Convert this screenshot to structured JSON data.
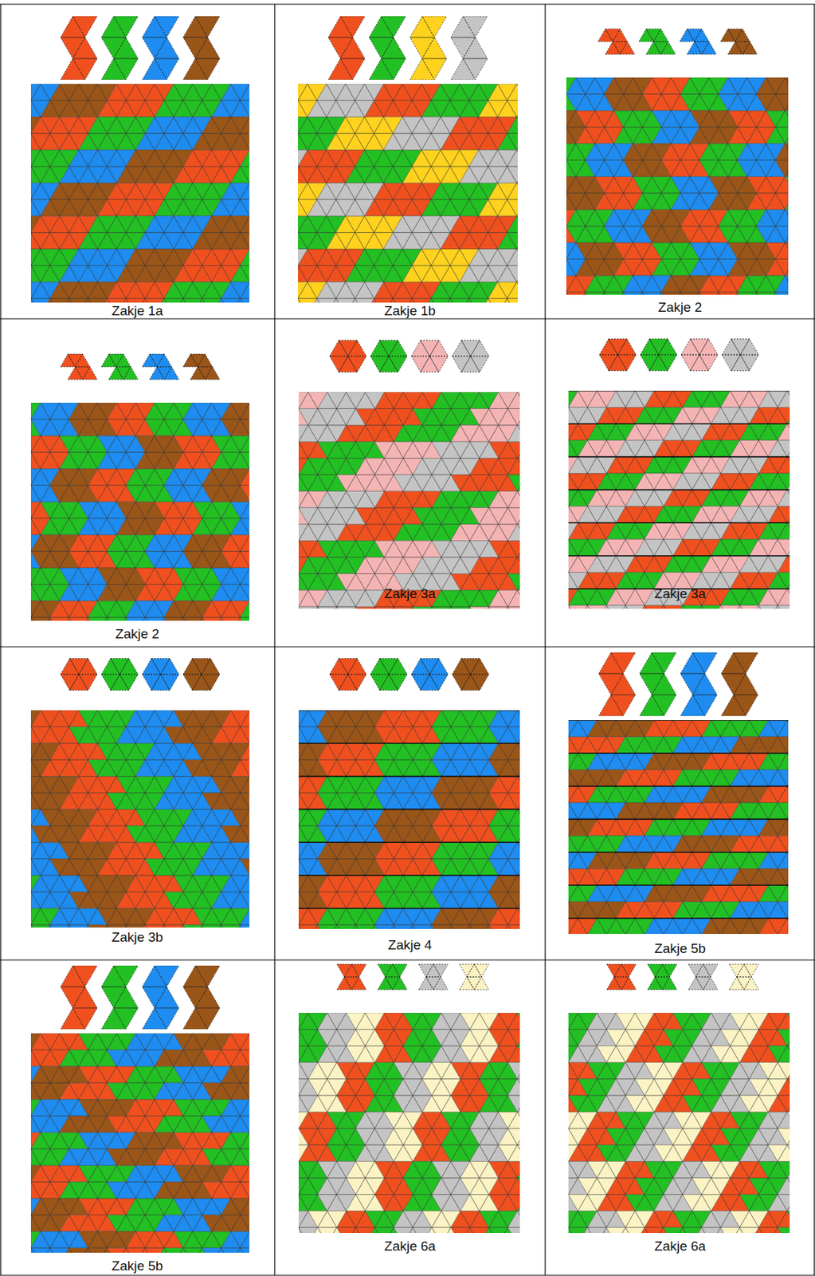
{
  "diagram": {
    "labels": [
      "Zakje 1a",
      "Zakje 1b",
      "Zakje 2",
      "Zakje 2",
      "Zakje 3a",
      "Zakje 3a",
      "Zakje 3b",
      "Zakje 4",
      "Zakje 5b",
      "Zakje 5b",
      "Zakje 6a",
      "Zakje 6a"
    ]
  }
}
